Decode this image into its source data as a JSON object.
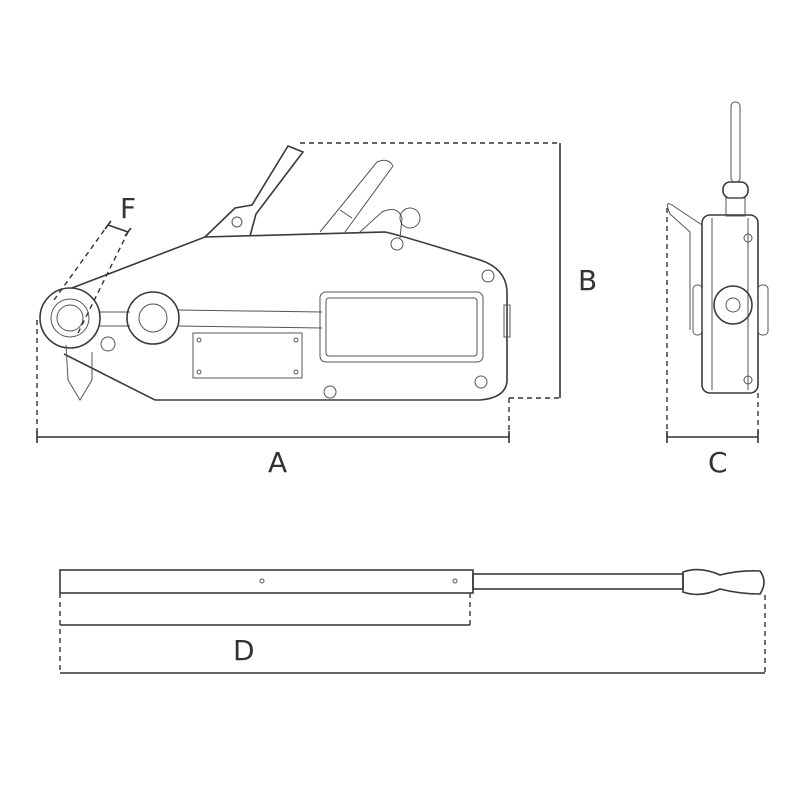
{
  "labels": {
    "a": "A",
    "b": "B",
    "c": "C",
    "d": "D",
    "f": "F"
  },
  "colors": {
    "line": "#3a3a3a",
    "background": "#ffffff"
  }
}
